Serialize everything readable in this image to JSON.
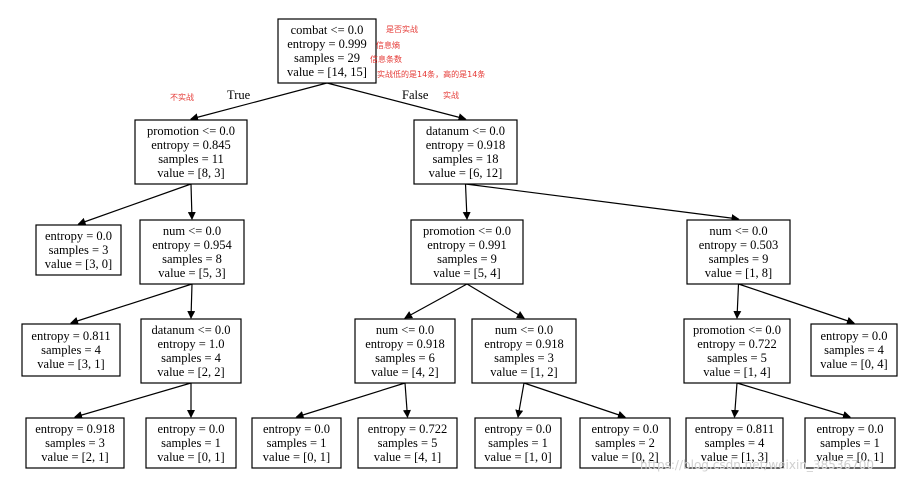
{
  "colors": {
    "annotation": "#e53935",
    "line": "#000000",
    "watermark": "#d0d0d0"
  },
  "nodes": [
    {
      "id": "n0",
      "lines": [
        "combat <= 0.0",
        "entropy = 0.999",
        "samples = 29",
        "value = [14, 15]"
      ]
    },
    {
      "id": "n1",
      "lines": [
        "promotion <= 0.0",
        "entropy = 0.845",
        "samples = 11",
        "value = [8, 3]"
      ]
    },
    {
      "id": "n2",
      "lines": [
        "datanum <= 0.0",
        "entropy = 0.918",
        "samples = 18",
        "value = [6, 12]"
      ]
    },
    {
      "id": "n3",
      "lines": [
        "entropy = 0.0",
        "samples = 3",
        "value = [3, 0]"
      ]
    },
    {
      "id": "n4",
      "lines": [
        "num <= 0.0",
        "entropy = 0.954",
        "samples = 8",
        "value = [5, 3]"
      ]
    },
    {
      "id": "n5",
      "lines": [
        "promotion <= 0.0",
        "entropy = 0.991",
        "samples = 9",
        "value = [5, 4]"
      ]
    },
    {
      "id": "n6",
      "lines": [
        "num <= 0.0",
        "entropy = 0.503",
        "samples = 9",
        "value = [1, 8]"
      ]
    },
    {
      "id": "n7",
      "lines": [
        "entropy = 0.811",
        "samples = 4",
        "value = [3, 1]"
      ]
    },
    {
      "id": "n8",
      "lines": [
        "datanum <= 0.0",
        "entropy = 1.0",
        "samples = 4",
        "value = [2, 2]"
      ]
    },
    {
      "id": "n9",
      "lines": [
        "num <= 0.0",
        "entropy = 0.918",
        "samples = 6",
        "value = [4, 2]"
      ]
    },
    {
      "id": "n10",
      "lines": [
        "num <= 0.0",
        "entropy = 0.918",
        "samples = 3",
        "value = [1, 2]"
      ]
    },
    {
      "id": "n11",
      "lines": [
        "promotion <= 0.0",
        "entropy = 0.722",
        "samples = 5",
        "value = [1, 4]"
      ]
    },
    {
      "id": "n12",
      "lines": [
        "entropy = 0.0",
        "samples = 4",
        "value = [0, 4]"
      ]
    },
    {
      "id": "n13",
      "lines": [
        "entropy = 0.918",
        "samples = 3",
        "value = [2, 1]"
      ]
    },
    {
      "id": "n14",
      "lines": [
        "entropy = 0.0",
        "samples = 1",
        "value = [0, 1]"
      ]
    },
    {
      "id": "n15",
      "lines": [
        "entropy = 0.0",
        "samples = 1",
        "value = [0, 1]"
      ]
    },
    {
      "id": "n16",
      "lines": [
        "entropy = 0.722",
        "samples = 5",
        "value = [4, 1]"
      ]
    },
    {
      "id": "n17",
      "lines": [
        "entropy = 0.0",
        "samples = 1",
        "value = [1, 0]"
      ]
    },
    {
      "id": "n18",
      "lines": [
        "entropy = 0.0",
        "samples = 2",
        "value = [0, 2]"
      ]
    },
    {
      "id": "n19",
      "lines": [
        "entropy = 0.811",
        "samples = 4",
        "value = [1, 3]"
      ]
    },
    {
      "id": "n20",
      "lines": [
        "entropy = 0.0",
        "samples = 1",
        "value = [0, 1]"
      ]
    }
  ],
  "edges": [
    {
      "from": "n0",
      "to": "n1"
    },
    {
      "from": "n0",
      "to": "n2"
    },
    {
      "from": "n1",
      "to": "n3"
    },
    {
      "from": "n1",
      "to": "n4"
    },
    {
      "from": "n2",
      "to": "n5"
    },
    {
      "from": "n2",
      "to": "n6"
    },
    {
      "from": "n4",
      "to": "n7"
    },
    {
      "from": "n4",
      "to": "n8"
    },
    {
      "from": "n5",
      "to": "n9"
    },
    {
      "from": "n5",
      "to": "n10"
    },
    {
      "from": "n6",
      "to": "n11"
    },
    {
      "from": "n6",
      "to": "n12"
    },
    {
      "from": "n8",
      "to": "n13"
    },
    {
      "from": "n8",
      "to": "n14"
    },
    {
      "from": "n9",
      "to": "n15"
    },
    {
      "from": "n9",
      "to": "n16"
    },
    {
      "from": "n10",
      "to": "n17"
    },
    {
      "from": "n10",
      "to": "n18"
    },
    {
      "from": "n11",
      "to": "n19"
    },
    {
      "from": "n11",
      "to": "n20"
    }
  ],
  "edge_labels": {
    "true_label": "True",
    "false_label": "False"
  },
  "annotations": {
    "combat": "是否实战",
    "entropy": "信息熵",
    "samples": "信息条数",
    "value": "实战低的是14条，高的是14条",
    "not_combat": "不实战",
    "combat_branch": "实战"
  },
  "watermark": "https://blog.csdn.net/weixin_38536700"
}
